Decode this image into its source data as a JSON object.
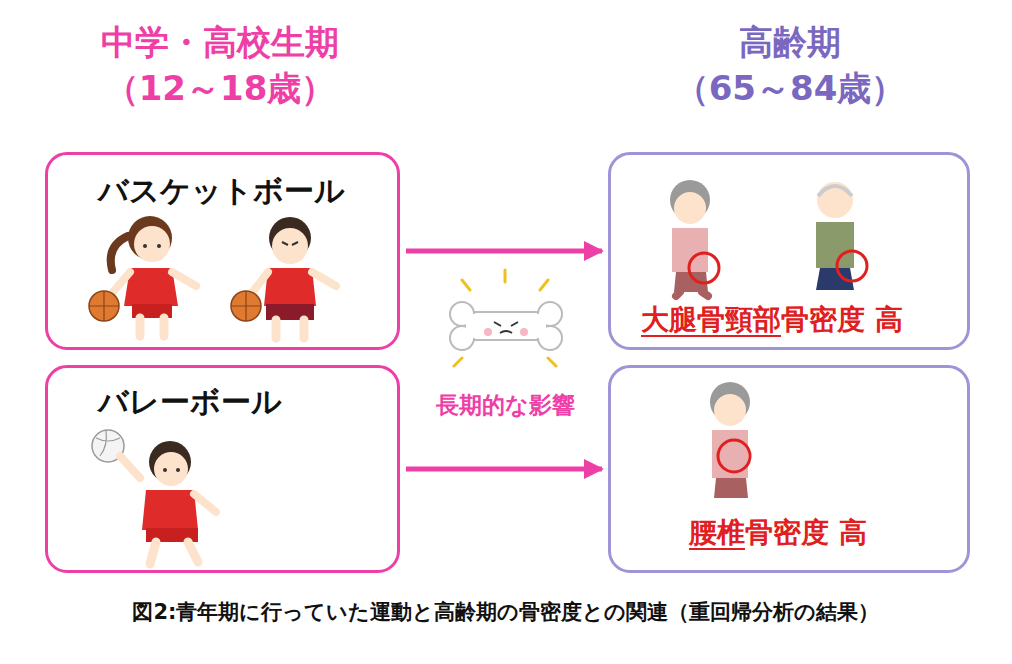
{
  "diagram": {
    "caption": "図2:青年期に行っていた運動と高齢期の骨密度との関連（重回帰分析の結果）",
    "nodes": [
      {
        "text": [
          "バスケットボール"
        ]
      },
      {
        "text": [
          "バレーボール"
        ]
      },
      {
        "text": [
          "大腿骨頸部骨密度 高"
        ]
      },
      {
        "text": [
          "腰椎骨密度 高"
        ]
      }
    ],
    "edges": [
      {
        "from": 0,
        "to": 2,
        "arrow": "to"
      },
      {
        "from": 1,
        "to": 3,
        "arrow": "to"
      }
    ],
    "labels": [
      "中学・高校生期",
      "（12～18歳）",
      "高齢期",
      "（65～84歳）",
      "長期的な影響"
    ]
  }
}
